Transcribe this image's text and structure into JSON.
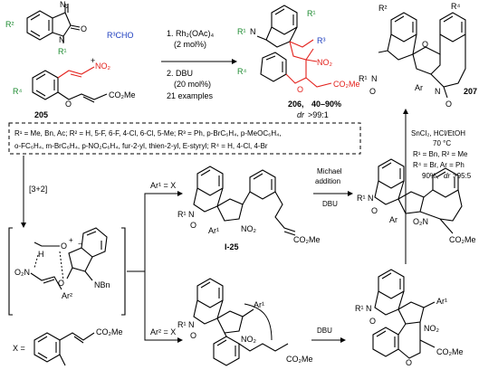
{
  "top_reaction": {
    "reactant_diazo": {
      "n2": "N₂",
      "o": "O",
      "r2": "R²",
      "n": "N",
      "r1": "R¹"
    },
    "aldehyde": "R³CHO",
    "plus": "+",
    "reactant_nitro": {
      "no2": "NO₂",
      "r4": "R⁴",
      "o": "O",
      "co2me": "CO₂Me",
      "label": "205"
    },
    "conditions": {
      "step1": "1. Rh₂(OAc)₄",
      "step1b": "(2 mol%)",
      "step2": "2. DBU",
      "step2b": "(20 mol%)",
      "examples": "21 examples"
    },
    "product": {
      "label": "206,",
      "yield": "40–90%",
      "dr_label": "dr",
      "dr_value": ">99:1",
      "r1": "R¹",
      "n": "N",
      "r3": "R³",
      "no2": "NO₂",
      "r4": "R⁴",
      "o": "O",
      "co2me": "CO₂Me"
    }
  },
  "substituents": {
    "line1": "R¹ = Me, Bn, Ac; R² = H, 5-F, 6-F, 4-Cl, 6-Cl, 5-Me; R³ = Ph, p-BrC₆H₄, p-MeOC₆H₄,",
    "line2": "o-FC₆H₄, m-BrC₆H₄, p-NO₂C₆H₄, fur-2-yl, thien-2-yl, E-styryl; R⁴ = H, 4-Cl, 4-Br"
  },
  "right_product": {
    "label": "207",
    "r2": "R²",
    "r4": "R⁴",
    "r1": "R¹",
    "n": "N",
    "o": "O",
    "ar": "Ar",
    "hn": "N",
    "conditions": {
      "reagent": "SnCl₂, HCl/EtOH",
      "temp": "70 °C",
      "r_line": "R¹ = Bn, R² = Me",
      "r4_line": "R⁴ = Br, Ar = Ph",
      "yield": "90%,",
      "dr_label": "dr",
      "dr_value": ">95:5"
    }
  },
  "mechanism": {
    "cycloaddition": "[3+2]",
    "ylide": {
      "o": "O",
      "h": "H",
      "o2n": "O₂N",
      "ar2": "Ar²",
      "nbn": "NBn",
      "o2": "O",
      "plus": "+",
      "minus": "−"
    },
    "x_def": {
      "label": "X =",
      "co2me": "CO₂Me"
    },
    "branch1": {
      "cond": "Ar¹ = X",
      "intermediate": "I-25",
      "r1": "R¹",
      "n": "N",
      "o": "O",
      "ar": "Ar¹",
      "no2": "NO₂",
      "co2me": "CO₂Me"
    },
    "michael": {
      "line1": "Michael",
      "line2": "addition",
      "base": "DBU"
    },
    "product1": {
      "r1": "R¹",
      "n": "N",
      "o": "O",
      "ar": "Ar",
      "no2": "O₂N",
      "co2me": "CO₂Me"
    },
    "branch2": {
      "cond": "Ar² = X",
      "r1": "R¹",
      "n": "N",
      "o": "O",
      "ar": "Ar¹",
      "no2": "NO₂",
      "co2me": "CO₂Me"
    },
    "dbu2": "DBU",
    "product2": {
      "r1": "R¹",
      "n": "N",
      "o": "O",
      "ar": "Ar¹",
      "no2": "NO₂",
      "co2me": "CO₂Me"
    }
  }
}
